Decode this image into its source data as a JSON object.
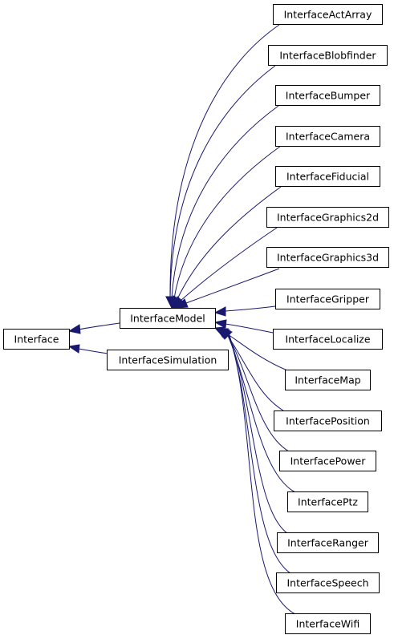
{
  "diagram": {
    "type": "class-inheritance-graph",
    "colors": {
      "edge": "#191970",
      "node_border": "#000000",
      "node_fill": "#ffffff",
      "text": "#000000"
    },
    "nodes": [
      {
        "id": "interface",
        "label": "Interface"
      },
      {
        "id": "interface-model",
        "label": "InterfaceModel"
      },
      {
        "id": "interface-simulation",
        "label": "InterfaceSimulation"
      },
      {
        "id": "interface-act-array",
        "label": "InterfaceActArray"
      },
      {
        "id": "interface-blobfinder",
        "label": "InterfaceBlobfinder"
      },
      {
        "id": "interface-bumper",
        "label": "InterfaceBumper"
      },
      {
        "id": "interface-camera",
        "label": "InterfaceCamera"
      },
      {
        "id": "interface-fiducial",
        "label": "InterfaceFiducial"
      },
      {
        "id": "interface-graphics2d",
        "label": "InterfaceGraphics2d"
      },
      {
        "id": "interface-graphics3d",
        "label": "InterfaceGraphics3d"
      },
      {
        "id": "interface-gripper",
        "label": "InterfaceGripper"
      },
      {
        "id": "interface-localize",
        "label": "InterfaceLocalize"
      },
      {
        "id": "interface-map",
        "label": "InterfaceMap"
      },
      {
        "id": "interface-position",
        "label": "InterfacePosition"
      },
      {
        "id": "interface-power",
        "label": "InterfacePower"
      },
      {
        "id": "interface-ptz",
        "label": "InterfacePtz"
      },
      {
        "id": "interface-ranger",
        "label": "InterfaceRanger"
      },
      {
        "id": "interface-speech",
        "label": "InterfaceSpeech"
      },
      {
        "id": "interface-wifi",
        "label": "InterfaceWifi"
      }
    ],
    "edges": [
      {
        "from": "interface-model",
        "to": "interface"
      },
      {
        "from": "interface-simulation",
        "to": "interface"
      },
      {
        "from": "interface-act-array",
        "to": "interface-model"
      },
      {
        "from": "interface-blobfinder",
        "to": "interface-model"
      },
      {
        "from": "interface-bumper",
        "to": "interface-model"
      },
      {
        "from": "interface-camera",
        "to": "interface-model"
      },
      {
        "from": "interface-fiducial",
        "to": "interface-model"
      },
      {
        "from": "interface-graphics2d",
        "to": "interface-model"
      },
      {
        "from": "interface-graphics3d",
        "to": "interface-model"
      },
      {
        "from": "interface-gripper",
        "to": "interface-model"
      },
      {
        "from": "interface-localize",
        "to": "interface-model"
      },
      {
        "from": "interface-map",
        "to": "interface-model"
      },
      {
        "from": "interface-position",
        "to": "interface-model"
      },
      {
        "from": "interface-power",
        "to": "interface-model"
      },
      {
        "from": "interface-ptz",
        "to": "interface-model"
      },
      {
        "from": "interface-ranger",
        "to": "interface-model"
      },
      {
        "from": "interface-speech",
        "to": "interface-model"
      },
      {
        "from": "interface-wifi",
        "to": "interface-model"
      }
    ]
  }
}
